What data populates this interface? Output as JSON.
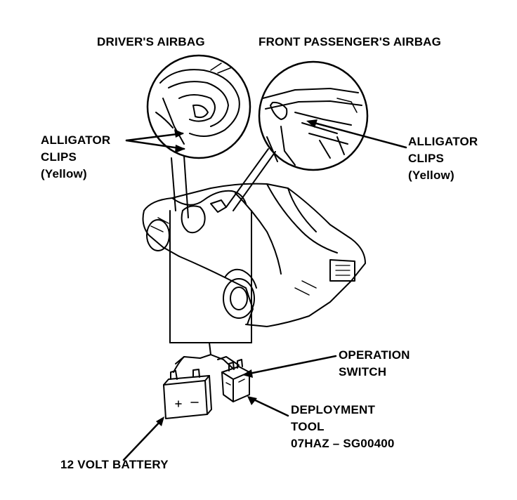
{
  "labels": {
    "drivers_airbag": "DRIVER'S AIRBAG",
    "front_passengers_airbag": "FRONT PASSENGER'S AIRBAG",
    "alligator_clips_left": [
      "ALLIGATOR",
      "CLIPS",
      "(Yellow)"
    ],
    "alligator_clips_right": [
      "ALLIGATOR",
      "CLIPS",
      "(Yellow)"
    ],
    "operation_switch": [
      "OPERATION",
      "SWITCH"
    ],
    "deployment_tool": [
      "DEPLOYMENT",
      "TOOL",
      "07HAZ – SG00400"
    ],
    "battery": "12 VOLT BATTERY"
  },
  "colors": {
    "ink": "#000000",
    "paper": "#ffffff"
  }
}
